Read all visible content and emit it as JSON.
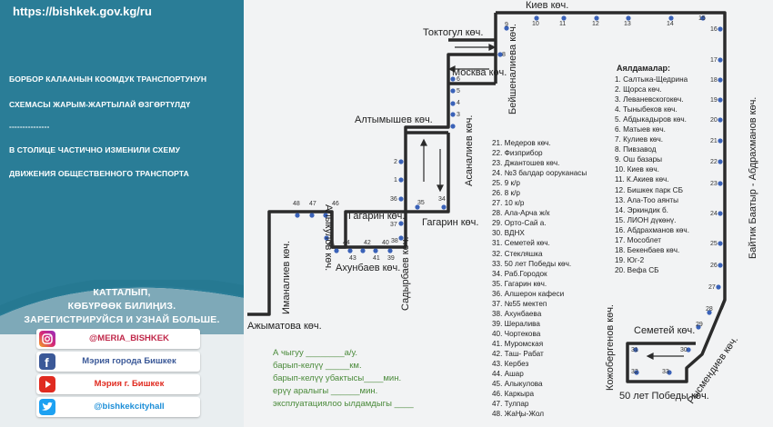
{
  "panel": {
    "url": "https://bishkek.gov.kg/ru",
    "lines": [
      "БОРБОР КАЛААНЫН КООМДУК ТРАНСПОРТУНУН",
      "СХЕМАСЫ ЖАРЫМ-ЖАРТЫЛАЙ ӨЗГӨРТҮЛДҮ",
      "---------------",
      "В СТОЛИЦЕ ЧАСТИЧНО ИЗМЕНИЛИ СХЕМУ",
      "ДВИЖЕНИЯ ОБЩЕСТВЕННОГО ТРАНСПОРТА"
    ],
    "card_title": [
      "КАТТАЛЫП,",
      "КӨБҮРӨӨК БИЛИҢИЗ.",
      "ЗАРЕГИСТРИРУЙСЯ И УЗНАЙ БОЛЬШЕ."
    ],
    "social": [
      {
        "icon": "instagram-icon",
        "label": "@MERIA_BISHKEK",
        "color": "#c0284a"
      },
      {
        "icon": "facebook-icon",
        "label": "Мэрия города Бишкек",
        "color": "#3b5998"
      },
      {
        "icon": "youtube-icon",
        "label": "Мэрия г. Бишкек",
        "color": "#e02b20"
      },
      {
        "icon": "twitter-icon",
        "label": "@bishkekcityhall",
        "color": "#1da1f2"
      }
    ]
  },
  "map": {
    "streets": {
      "kiev": "Киев көч.",
      "toktogul": "Токтогул көч.",
      "moskva": "Москва көч.",
      "altymyshev": "Алтымышев көч.",
      "beyshenalieva": "Бейшеналиева көч.",
      "asanaliev": "Асаналиев көч.",
      "alykulov": "Алыкулов көч.",
      "gagarin1": "Гагарин көч.",
      "gagarin2": "Гагарин көч.",
      "akhunbaev": "Ахунбаев көч.",
      "sadyrbaev": "Садырбаев көч.",
      "imanaliev": "Иманалиев көч.",
      "azhmatova": "Ажыматова көч.",
      "kozhobergenov": "Кожобергенов көч.",
      "semetey": "Семетей көч.",
      "rysmendiev": "Рысмендиев көч.",
      "pobedy": "50 лет Победы көч.",
      "baytik": "Байтик Баатыр - Абдрахманов көч."
    },
    "right_title": "Аялдамалар:",
    "right_list": [
      "1. Салтыка-Щедрина",
      "2. Щорса көч.",
      "3. Леваневскогокөч.",
      "4. Тыныбеков көч.",
      "5. Абдыкадыров көч.",
      "6. Матыев көч.",
      "7. Кулиев көч.",
      "8. Пивзавод",
      "9. Ош базары",
      "10. Киев көч.",
      "11. К.Акиев көч.",
      "12. Бишкек парк СБ",
      "13. Ала-Тоо аянты",
      "14. Эркиндик б.",
      "15. ЛИОН дүкөнү.",
      "16. Абдрахманов көч.",
      "17. Мособлет",
      "18. Бекенбаев көч.",
      "19. Юг-2",
      "20. Вефа СБ"
    ],
    "legend_list": [
      "21. Медеров көч.",
      "22. Физприбор",
      "23. Джантошев көч.",
      "24. №3 балдар ооруканасы",
      "25. 9 к/р",
      "26. 8 к/р",
      "27. 10 к/р",
      "28. Ала-Арча ж/к",
      "29. Орто-Сай а.",
      "30. ВДНХ",
      "31. Семетей көч.",
      "32. Стекляшка",
      "33. 50 лет Победы көч.",
      "34. Раб.Городок",
      "35. Гагарин көч.",
      "36. Алшерон кафеси",
      "37. №55 мектеп",
      "38. Ахунбаева",
      "39. Шералива",
      "40. Чортекова",
      "41. Муромская",
      "42. Таш- Рабат",
      "43. Кербез",
      "44. Ашар",
      "45. Алыкулова",
      "46. Каркыра",
      "47. Тулпар",
      "48. ЖаҢы-Жол"
    ],
    "form_lines": [
      "А чыгуу ________а/у.",
      "барып-келүү _____км.",
      "барып-келүү убактысы____мин.",
      "ерүү аралыгы ______мин.",
      "эксплуатациялоо ылдамдыгы ____"
    ]
  }
}
